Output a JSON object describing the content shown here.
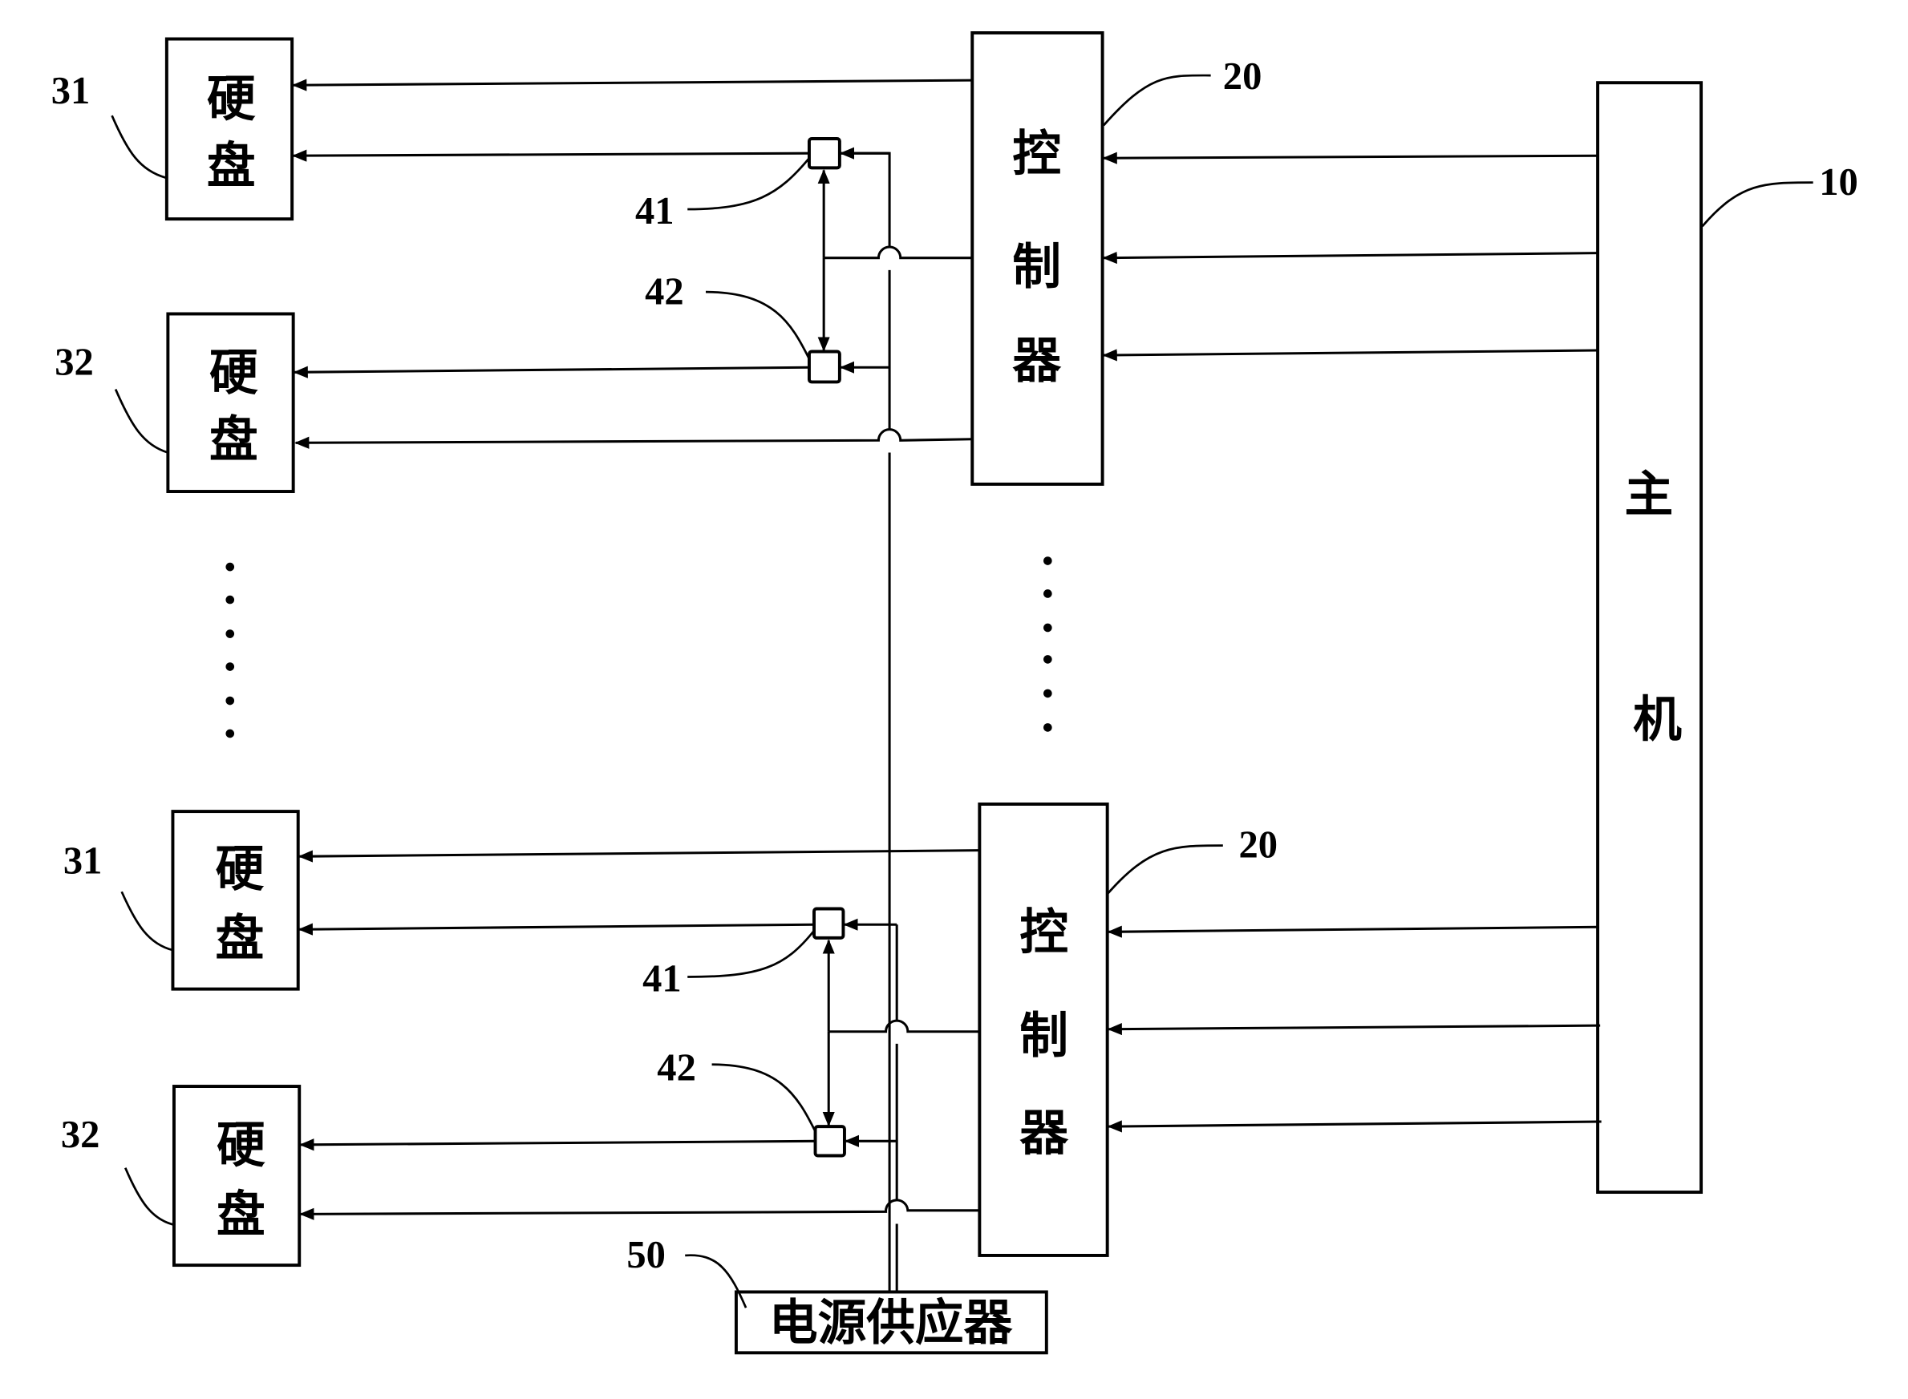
{
  "diagram": {
    "type": "block-diagram",
    "host": {
      "ref": "10",
      "label_chars": [
        "主",
        "机"
      ],
      "label": "主机"
    },
    "controllers": [
      {
        "ref": "20",
        "label_chars": [
          "控",
          "制",
          "器"
        ],
        "label": "控制器"
      },
      {
        "ref": "20",
        "label_chars": [
          "控",
          "制",
          "器"
        ],
        "label": "控制器"
      }
    ],
    "hard_disks": [
      {
        "ref": "31",
        "label_chars": [
          "硬",
          "盘"
        ],
        "label": "硬盘"
      },
      {
        "ref": "32",
        "label_chars": [
          "硬",
          "盘"
        ],
        "label": "硬盘"
      },
      {
        "ref": "31",
        "label_chars": [
          "硬",
          "盘"
        ],
        "label": "硬盘"
      },
      {
        "ref": "32",
        "label_chars": [
          "硬",
          "盘"
        ],
        "label": "硬盘"
      }
    ],
    "switches": [
      {
        "ref": "41"
      },
      {
        "ref": "42"
      },
      {
        "ref": "41"
      },
      {
        "ref": "42"
      }
    ],
    "power_supply": {
      "ref": "50",
      "label": "电源供应器"
    },
    "ellipsis": {
      "disk_column_dots": 6,
      "controller_column_dots": 6
    },
    "connections": [
      {
        "from": "主机",
        "to": "控制器",
        "count_per_controller": 3,
        "direction": "host-to-controller"
      },
      {
        "from": "控制器",
        "to": "硬盘 31",
        "direction": "controller-to-disk",
        "note": "direct data line"
      },
      {
        "from": "控制器",
        "to": "硬盘 32",
        "direction": "controller-to-disk",
        "note": "direct data line"
      },
      {
        "from": "控制器",
        "to": "41/42",
        "direction": "bidirectional control"
      },
      {
        "from": "电源供应器",
        "to": "41/42",
        "direction": "power"
      },
      {
        "from": "41",
        "to": "硬盘 31",
        "direction": "power"
      },
      {
        "from": "42",
        "to": "硬盘 32",
        "direction": "power"
      }
    ]
  }
}
